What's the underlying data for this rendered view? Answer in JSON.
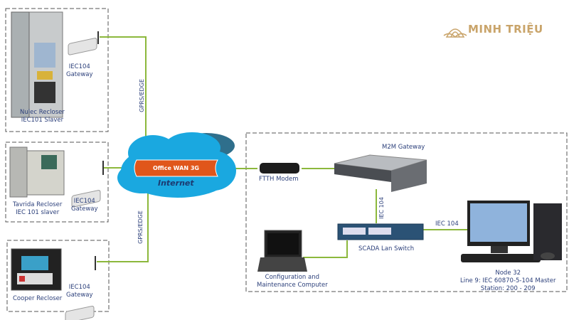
{
  "logo": {
    "text": "MINH TRIỆU",
    "color": "#c9a46a"
  },
  "colors": {
    "link": "#8cb83c",
    "cloud": "#1aa8e0",
    "banner": "#e0561b",
    "text": "#2b3f7a"
  },
  "remote_sites": [
    {
      "device": "Nulec Recloser",
      "protocol": "IEC101 Slaver",
      "gateway_line1": "IEC104",
      "gateway_line2": "Gateway"
    },
    {
      "device": "Tavrida Recloser",
      "protocol": "IEC 101 slaver",
      "gateway_line1": "IEC104",
      "gateway_line2": "Gateway"
    },
    {
      "device": "Cooper Recloser",
      "protocol": "",
      "gateway_line1": "IEC104",
      "gateway_line2": "Gateway"
    }
  ],
  "links": {
    "upper": "GPRS/EDGE",
    "lower": "GPRS/EDGE",
    "gateway_switch": "IEC 104",
    "switch_master": "IEC 104"
  },
  "cloud": {
    "banner": "Office WAN 3G",
    "label": "Internet"
  },
  "control_center": {
    "modem": "FTTH Modem",
    "m2m": "M2M Gateway",
    "switch": "SCADA Lan Switch",
    "laptop_line1": "Configuration and",
    "laptop_line2": "Maintenance Computer",
    "master_line1": "Node 32",
    "master_line2": "Line 9: IEC 60870-5-104 Master",
    "master_line3": "Station: 200 - 209"
  }
}
